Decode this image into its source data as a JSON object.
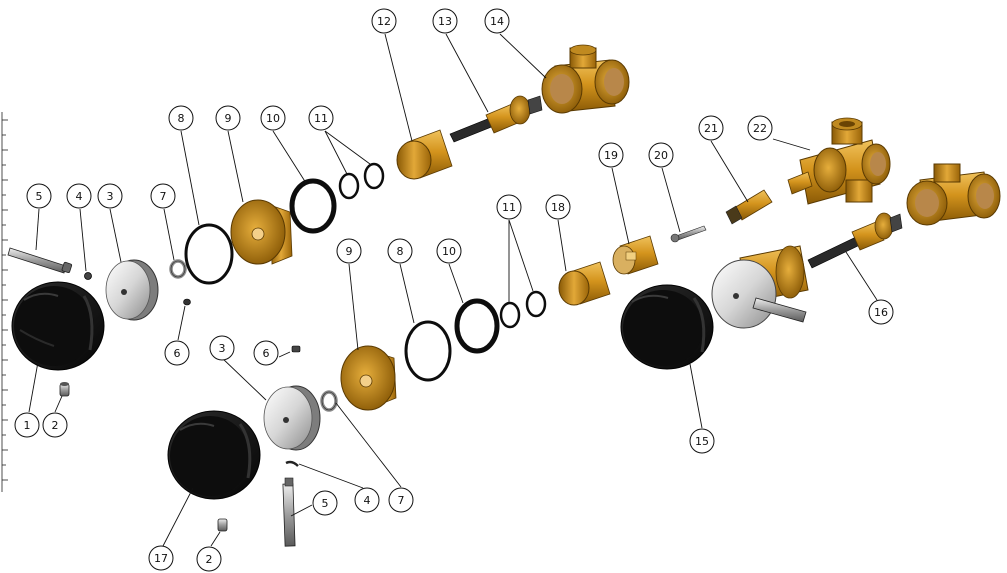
{
  "diagram": {
    "callouts": [
      {
        "id": "c1",
        "label": "1"
      },
      {
        "id": "c2a",
        "label": "2"
      },
      {
        "id": "c2b",
        "label": "2"
      },
      {
        "id": "c3a",
        "label": "3"
      },
      {
        "id": "c3b",
        "label": "3"
      },
      {
        "id": "c4a",
        "label": "4"
      },
      {
        "id": "c4b",
        "label": "4"
      },
      {
        "id": "c5a",
        "label": "5"
      },
      {
        "id": "c5b",
        "label": "5"
      },
      {
        "id": "c6a",
        "label": "6"
      },
      {
        "id": "c6b",
        "label": "6"
      },
      {
        "id": "c7a",
        "label": "7"
      },
      {
        "id": "c7b",
        "label": "7"
      },
      {
        "id": "c8a",
        "label": "8"
      },
      {
        "id": "c8b",
        "label": "8"
      },
      {
        "id": "c9a",
        "label": "9"
      },
      {
        "id": "c9b",
        "label": "9"
      },
      {
        "id": "c10a",
        "label": "10"
      },
      {
        "id": "c10b",
        "label": "10"
      },
      {
        "id": "c11a",
        "label": "11"
      },
      {
        "id": "c11b",
        "label": "11"
      },
      {
        "id": "c12",
        "label": "12"
      },
      {
        "id": "c13",
        "label": "13"
      },
      {
        "id": "c14",
        "label": "14"
      },
      {
        "id": "c15",
        "label": "15"
      },
      {
        "id": "c16",
        "label": "16"
      },
      {
        "id": "c17",
        "label": "17"
      },
      {
        "id": "c18",
        "label": "18"
      },
      {
        "id": "c19",
        "label": "19"
      },
      {
        "id": "c20",
        "label": "20"
      },
      {
        "id": "c21",
        "label": "21"
      },
      {
        "id": "c22",
        "label": "22"
      }
    ],
    "colors": {
      "brass": "#c98a17",
      "brass_dark": "#8a5a06",
      "brass_light": "#e9b44a",
      "black_part": "#141414",
      "chrome": "#cfcfcf",
      "chrome_light": "#f4f4f4",
      "outline": "#111111",
      "steel": "#9a9a9a"
    }
  }
}
